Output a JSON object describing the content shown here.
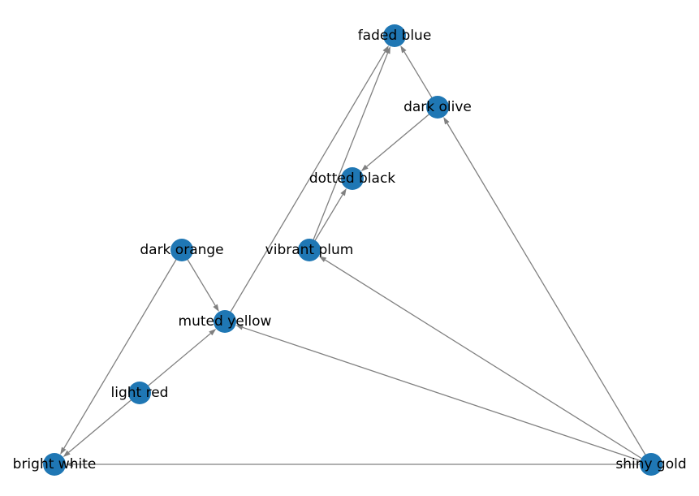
{
  "graph": {
    "type": "directed-graph",
    "colors": {
      "node": "#1f77b4",
      "edge": "#808080",
      "label": "#000000",
      "background": "#ffffff"
    },
    "nodes": [
      {
        "id": "faded blue",
        "label": "faded blue"
      },
      {
        "id": "dark olive",
        "label": "dark olive"
      },
      {
        "id": "dotted black",
        "label": "dotted black"
      },
      {
        "id": "dark orange",
        "label": "dark orange"
      },
      {
        "id": "vibrant plum",
        "label": "vibrant plum"
      },
      {
        "id": "muted yellow",
        "label": "muted yellow"
      },
      {
        "id": "light red",
        "label": "light red"
      },
      {
        "id": "bright white",
        "label": "bright white"
      },
      {
        "id": "shiny gold",
        "label": "shiny gold"
      }
    ],
    "edges": [
      {
        "source": "dark olive",
        "target": "faded blue"
      },
      {
        "source": "dark olive",
        "target": "dotted black"
      },
      {
        "source": "vibrant plum",
        "target": "faded blue"
      },
      {
        "source": "vibrant plum",
        "target": "dotted black"
      },
      {
        "source": "muted yellow",
        "target": "faded blue"
      },
      {
        "source": "dark orange",
        "target": "muted yellow"
      },
      {
        "source": "dark orange",
        "target": "bright white"
      },
      {
        "source": "light red",
        "target": "muted yellow"
      },
      {
        "source": "light red",
        "target": "bright white"
      },
      {
        "source": "shiny gold",
        "target": "dark olive"
      },
      {
        "source": "shiny gold",
        "target": "vibrant plum"
      },
      {
        "source": "shiny gold",
        "target": "muted yellow"
      },
      {
        "source": "shiny gold",
        "target": "bright white"
      }
    ]
  }
}
